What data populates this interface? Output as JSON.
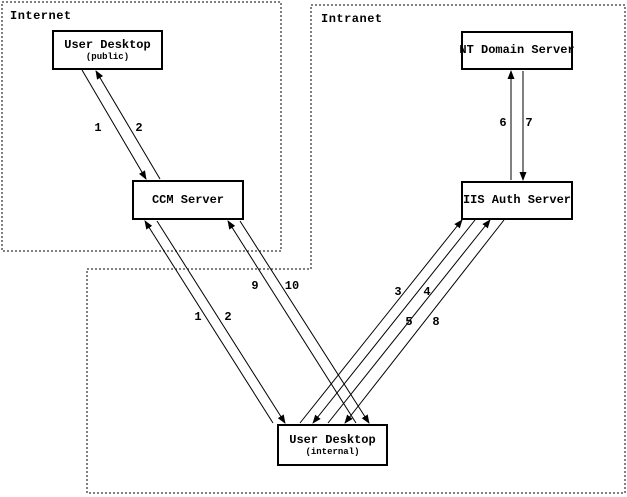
{
  "diagram": {
    "background_color": "#ffffff",
    "line_color": "#000000",
    "regions": {
      "internet": {
        "label": "Internet"
      },
      "intranet": {
        "label": "Intranet"
      }
    },
    "nodes": {
      "user_desktop_public": {
        "title": "User Desktop",
        "subtitle": "(public)"
      },
      "ccm_server": {
        "title": "CCM Server"
      },
      "nt_domain_server": {
        "title": "NT Domain Server"
      },
      "iis_auth_server": {
        "title": "IIS Auth Server"
      },
      "user_desktop_internal": {
        "title": "User Desktop",
        "subtitle": "(internal)"
      }
    },
    "messages": {
      "public_to_ccm": {
        "request": "1",
        "response": "2"
      },
      "internal_to_ccm": {
        "request": "1",
        "response": "2"
      },
      "ccm_final": {
        "request": "9",
        "response": "10"
      },
      "iis_first": {
        "request": "3",
        "response": "4"
      },
      "iis_second": {
        "request": "5",
        "response": "8"
      },
      "nt_domain": {
        "request": "6",
        "response": "7"
      }
    }
  }
}
